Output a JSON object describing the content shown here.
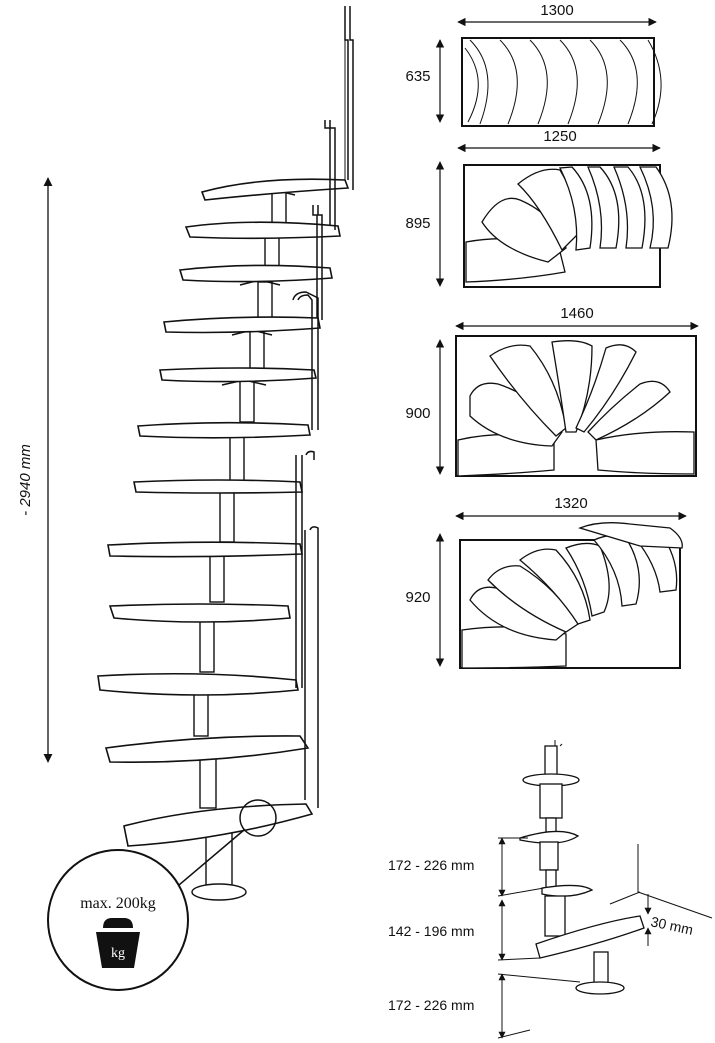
{
  "height_label": "- 2940 mm",
  "plans": [
    {
      "width": "1300",
      "depth": "635"
    },
    {
      "width": "1250",
      "depth": "895"
    },
    {
      "width": "1460",
      "depth": "900"
    },
    {
      "width": "1320",
      "depth": "920"
    }
  ],
  "load_badge": {
    "text": "max. 200kg",
    "weight_label": "kg"
  },
  "detail": {
    "rise_top": "172 - 226 mm",
    "rise_mid": "142 - 196 mm",
    "rise_bottom": "172 - 226 mm",
    "tread_thickness": "30 mm"
  }
}
